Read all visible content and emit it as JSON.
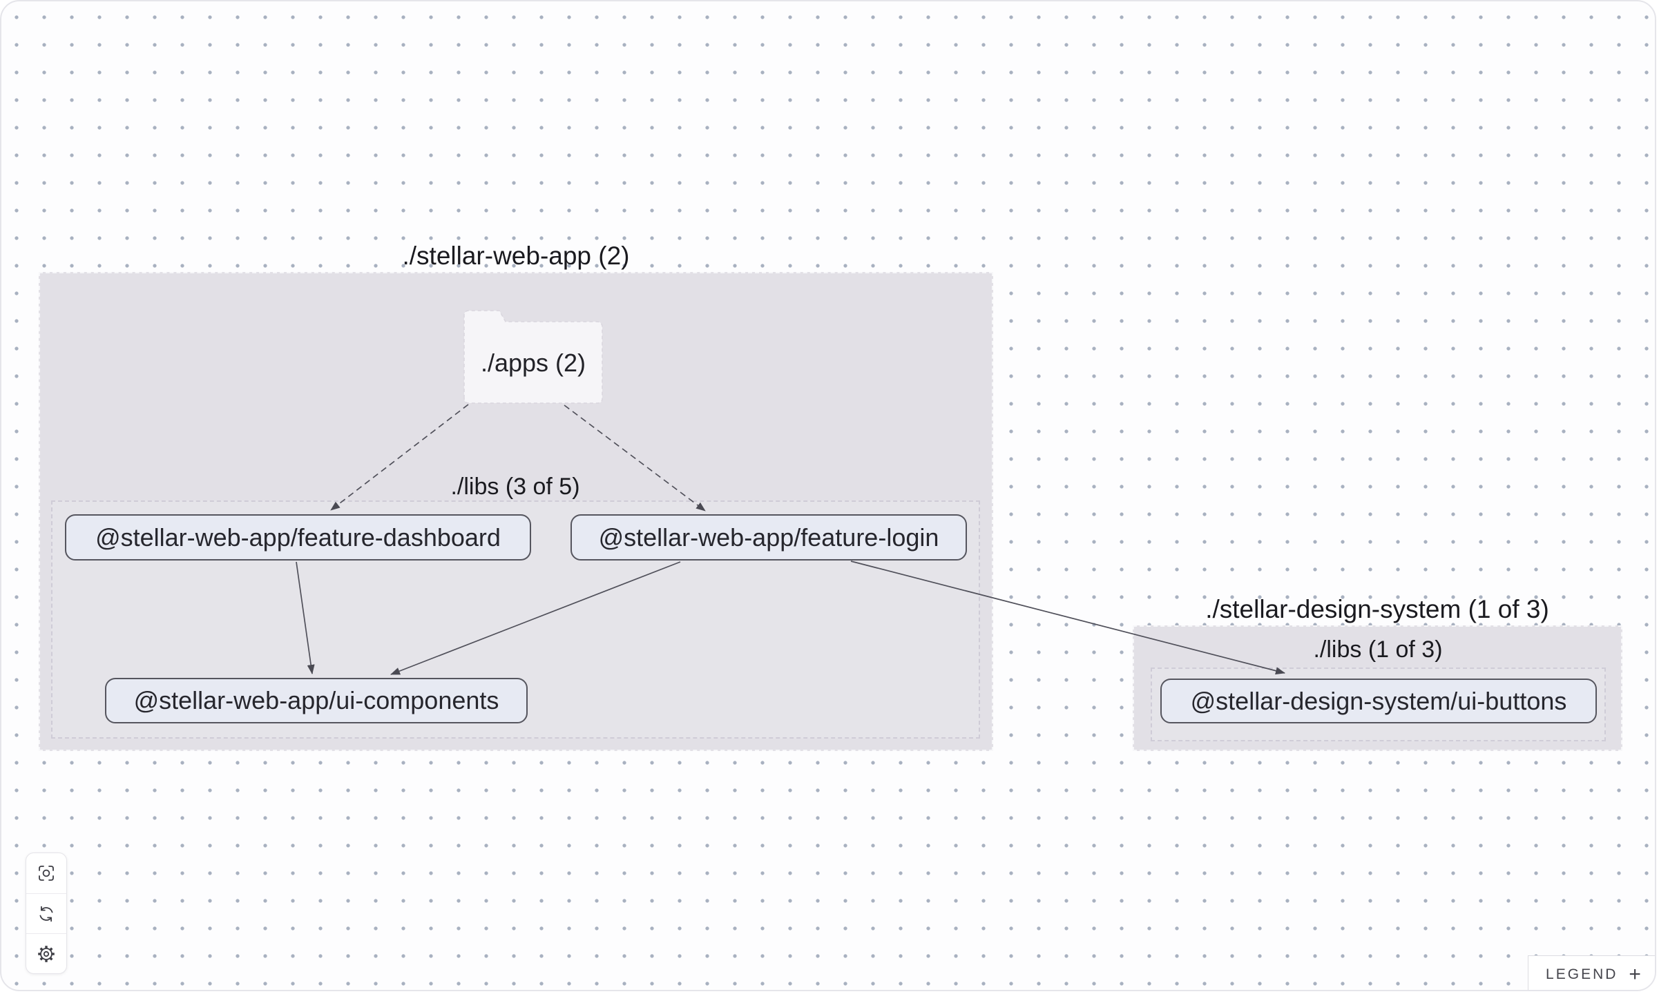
{
  "groups": {
    "web_app": {
      "label": "./stellar-web-app (2)"
    },
    "apps_folder": {
      "label": "./apps (2)"
    },
    "web_app_libs": {
      "label": "./libs (3 of 5)"
    },
    "design_system": {
      "label": "./stellar-design-system (1 of 3)"
    },
    "design_system_libs": {
      "label": "./libs (1 of 3)"
    }
  },
  "nodes": {
    "feature_dashboard": {
      "label": "@stellar-web-app/feature-dashboard"
    },
    "feature_login": {
      "label": "@stellar-web-app/feature-login"
    },
    "ui_components": {
      "label": "@stellar-web-app/ui-components"
    },
    "ui_buttons": {
      "label": "@stellar-design-system/ui-buttons"
    }
  },
  "edges": [
    {
      "from": "./apps",
      "to": "@stellar-web-app/feature-dashboard",
      "style": "dashed"
    },
    {
      "from": "./apps",
      "to": "@stellar-web-app/feature-login",
      "style": "dashed"
    },
    {
      "from": "@stellar-web-app/feature-dashboard",
      "to": "@stellar-web-app/ui-components",
      "style": "solid"
    },
    {
      "from": "@stellar-web-app/feature-login",
      "to": "@stellar-web-app/ui-components",
      "style": "solid"
    },
    {
      "from": "@stellar-web-app/feature-login",
      "to": "@stellar-design-system/ui-buttons",
      "style": "solid"
    }
  ],
  "toolbar": {
    "buttons": [
      {
        "icon": "focus-icon"
      },
      {
        "icon": "refresh-icon"
      },
      {
        "icon": "settings-gear-icon"
      }
    ]
  },
  "legend": {
    "label": "LEGEND",
    "toggle": "+"
  },
  "colors": {
    "canvas_bg": "#fdfdfe",
    "dot": "#a8b1c0",
    "group_bg": "#e2e0e6",
    "node_bg": "#e7eaf3",
    "node_border": "#55555e",
    "edge": "#50505a"
  }
}
